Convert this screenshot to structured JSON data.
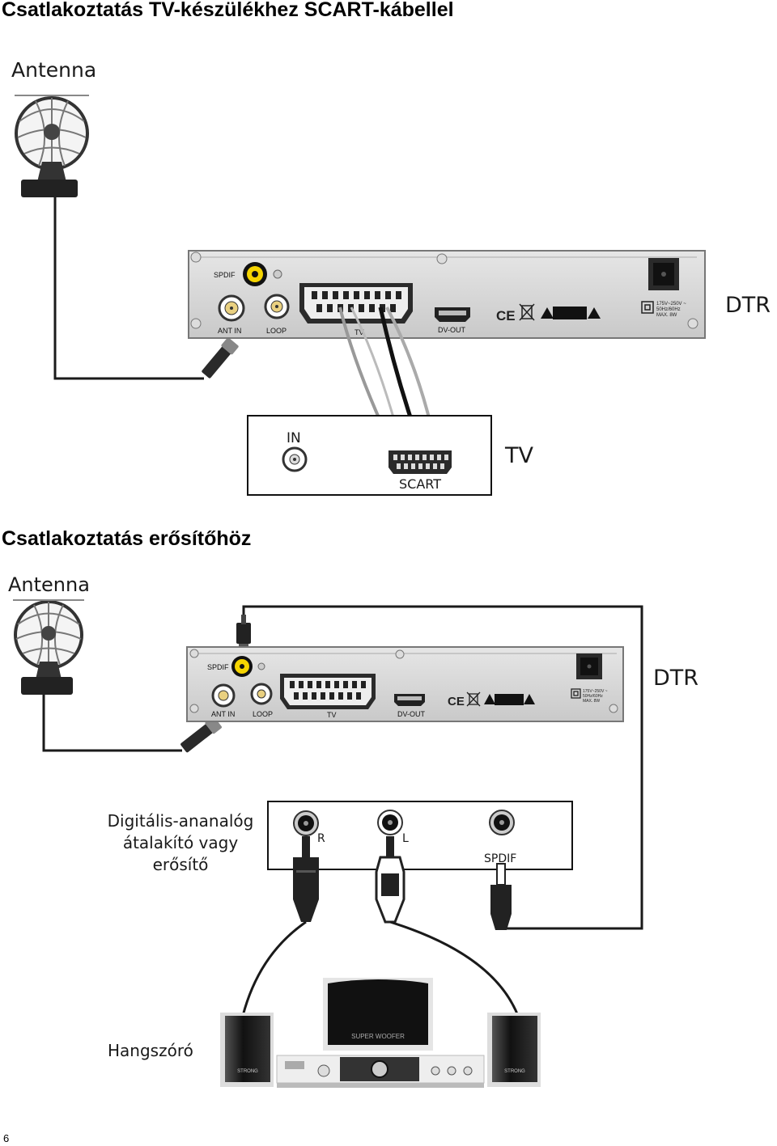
{
  "page": {
    "heading_scart": "Csatlakoztatás TV-készülékhez SCART-kábellel",
    "heading_amplifier": "Csatlakoztatás erősítőhöz",
    "page_number": "6"
  },
  "diagram_scart": {
    "antenna_label": "Antenna",
    "device_label": "DTR",
    "tv_label": "TV",
    "ports": {
      "spdif": "SPDIF",
      "ant_in": "ANT IN",
      "loop": "LOOP",
      "tv": "TV",
      "dv_out": "DV-OUT",
      "power_spec": "175V~250V ~",
      "power_freq": "50Hz/60Hz",
      "power_max": "MAX. 8W"
    },
    "tv_ports": {
      "in": "IN",
      "scart": "SCART"
    }
  },
  "diagram_amp": {
    "antenna_label": "Antenna",
    "device_label": "DTR",
    "ports": {
      "spdif": "SPDIF",
      "ant_in": "ANT IN",
      "loop": "LOOP",
      "tv": "TV",
      "dv_out": "DV-OUT",
      "power_spec": "175V~250V ~",
      "power_freq": "50Hz/60Hz",
      "power_max": "MAX. 8W"
    },
    "converter_label_line1": "Digitális-ananalóg",
    "converter_label_line2": "átalakító vagy",
    "converter_label_line3": "erősítő",
    "converter_ports": {
      "r": "R",
      "l": "L",
      "spdif": "SPDIF"
    },
    "speaker_label": "Hangszóró",
    "subwoofer_brand": "SUPER WOOFER",
    "speaker_brand": "STRONG"
  }
}
